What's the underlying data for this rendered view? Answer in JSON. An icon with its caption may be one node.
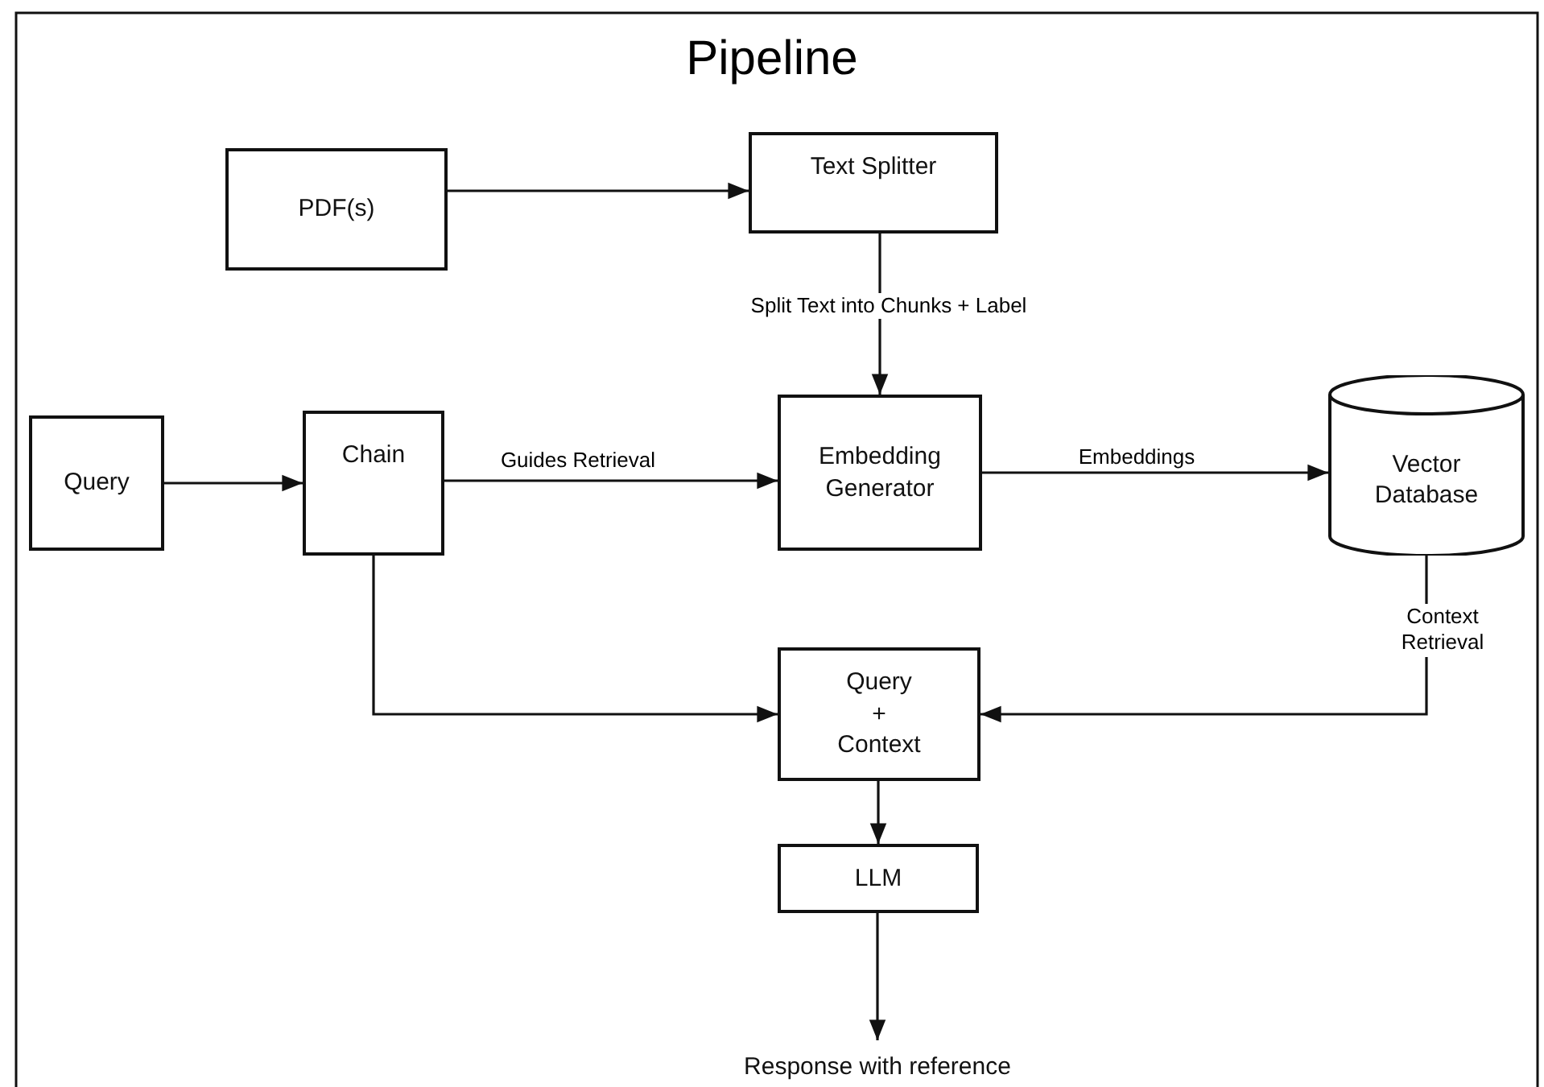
{
  "diagram": {
    "title": "Pipeline",
    "nodes": [
      {
        "text": [
          "PDF(s)"
        ]
      },
      {
        "text": [
          "Text Splitter"
        ]
      },
      {
        "text": [
          "Query"
        ]
      },
      {
        "text": [
          "Chain"
        ]
      },
      {
        "text": [
          "Embedding Generator"
        ]
      },
      {
        "text": [
          "Vector Database"
        ]
      },
      {
        "text": [
          "Query + Context"
        ]
      },
      {
        "text": [
          "LLM"
        ]
      },
      {
        "text": [
          "Response with reference"
        ]
      }
    ],
    "edges": [
      {
        "from": 0,
        "to": 1,
        "arrow": "to"
      },
      {
        "from": 1,
        "to": 4,
        "arrow": "to",
        "label": "Split Text into Chunks + Label"
      },
      {
        "from": 2,
        "to": 3,
        "arrow": "to"
      },
      {
        "from": 3,
        "to": 4,
        "arrow": "to",
        "label": "Guides Retrieval"
      },
      {
        "from": 4,
        "to": 5,
        "arrow": "to",
        "label": "Embeddings"
      },
      {
        "from": 3,
        "to": 6,
        "arrow": "to"
      },
      {
        "from": 5,
        "to": 6,
        "arrow": "to",
        "label": "Context Retrieval"
      },
      {
        "from": 6,
        "to": 7,
        "arrow": "to"
      },
      {
        "from": 7,
        "to": 8,
        "arrow": "to"
      }
    ]
  }
}
